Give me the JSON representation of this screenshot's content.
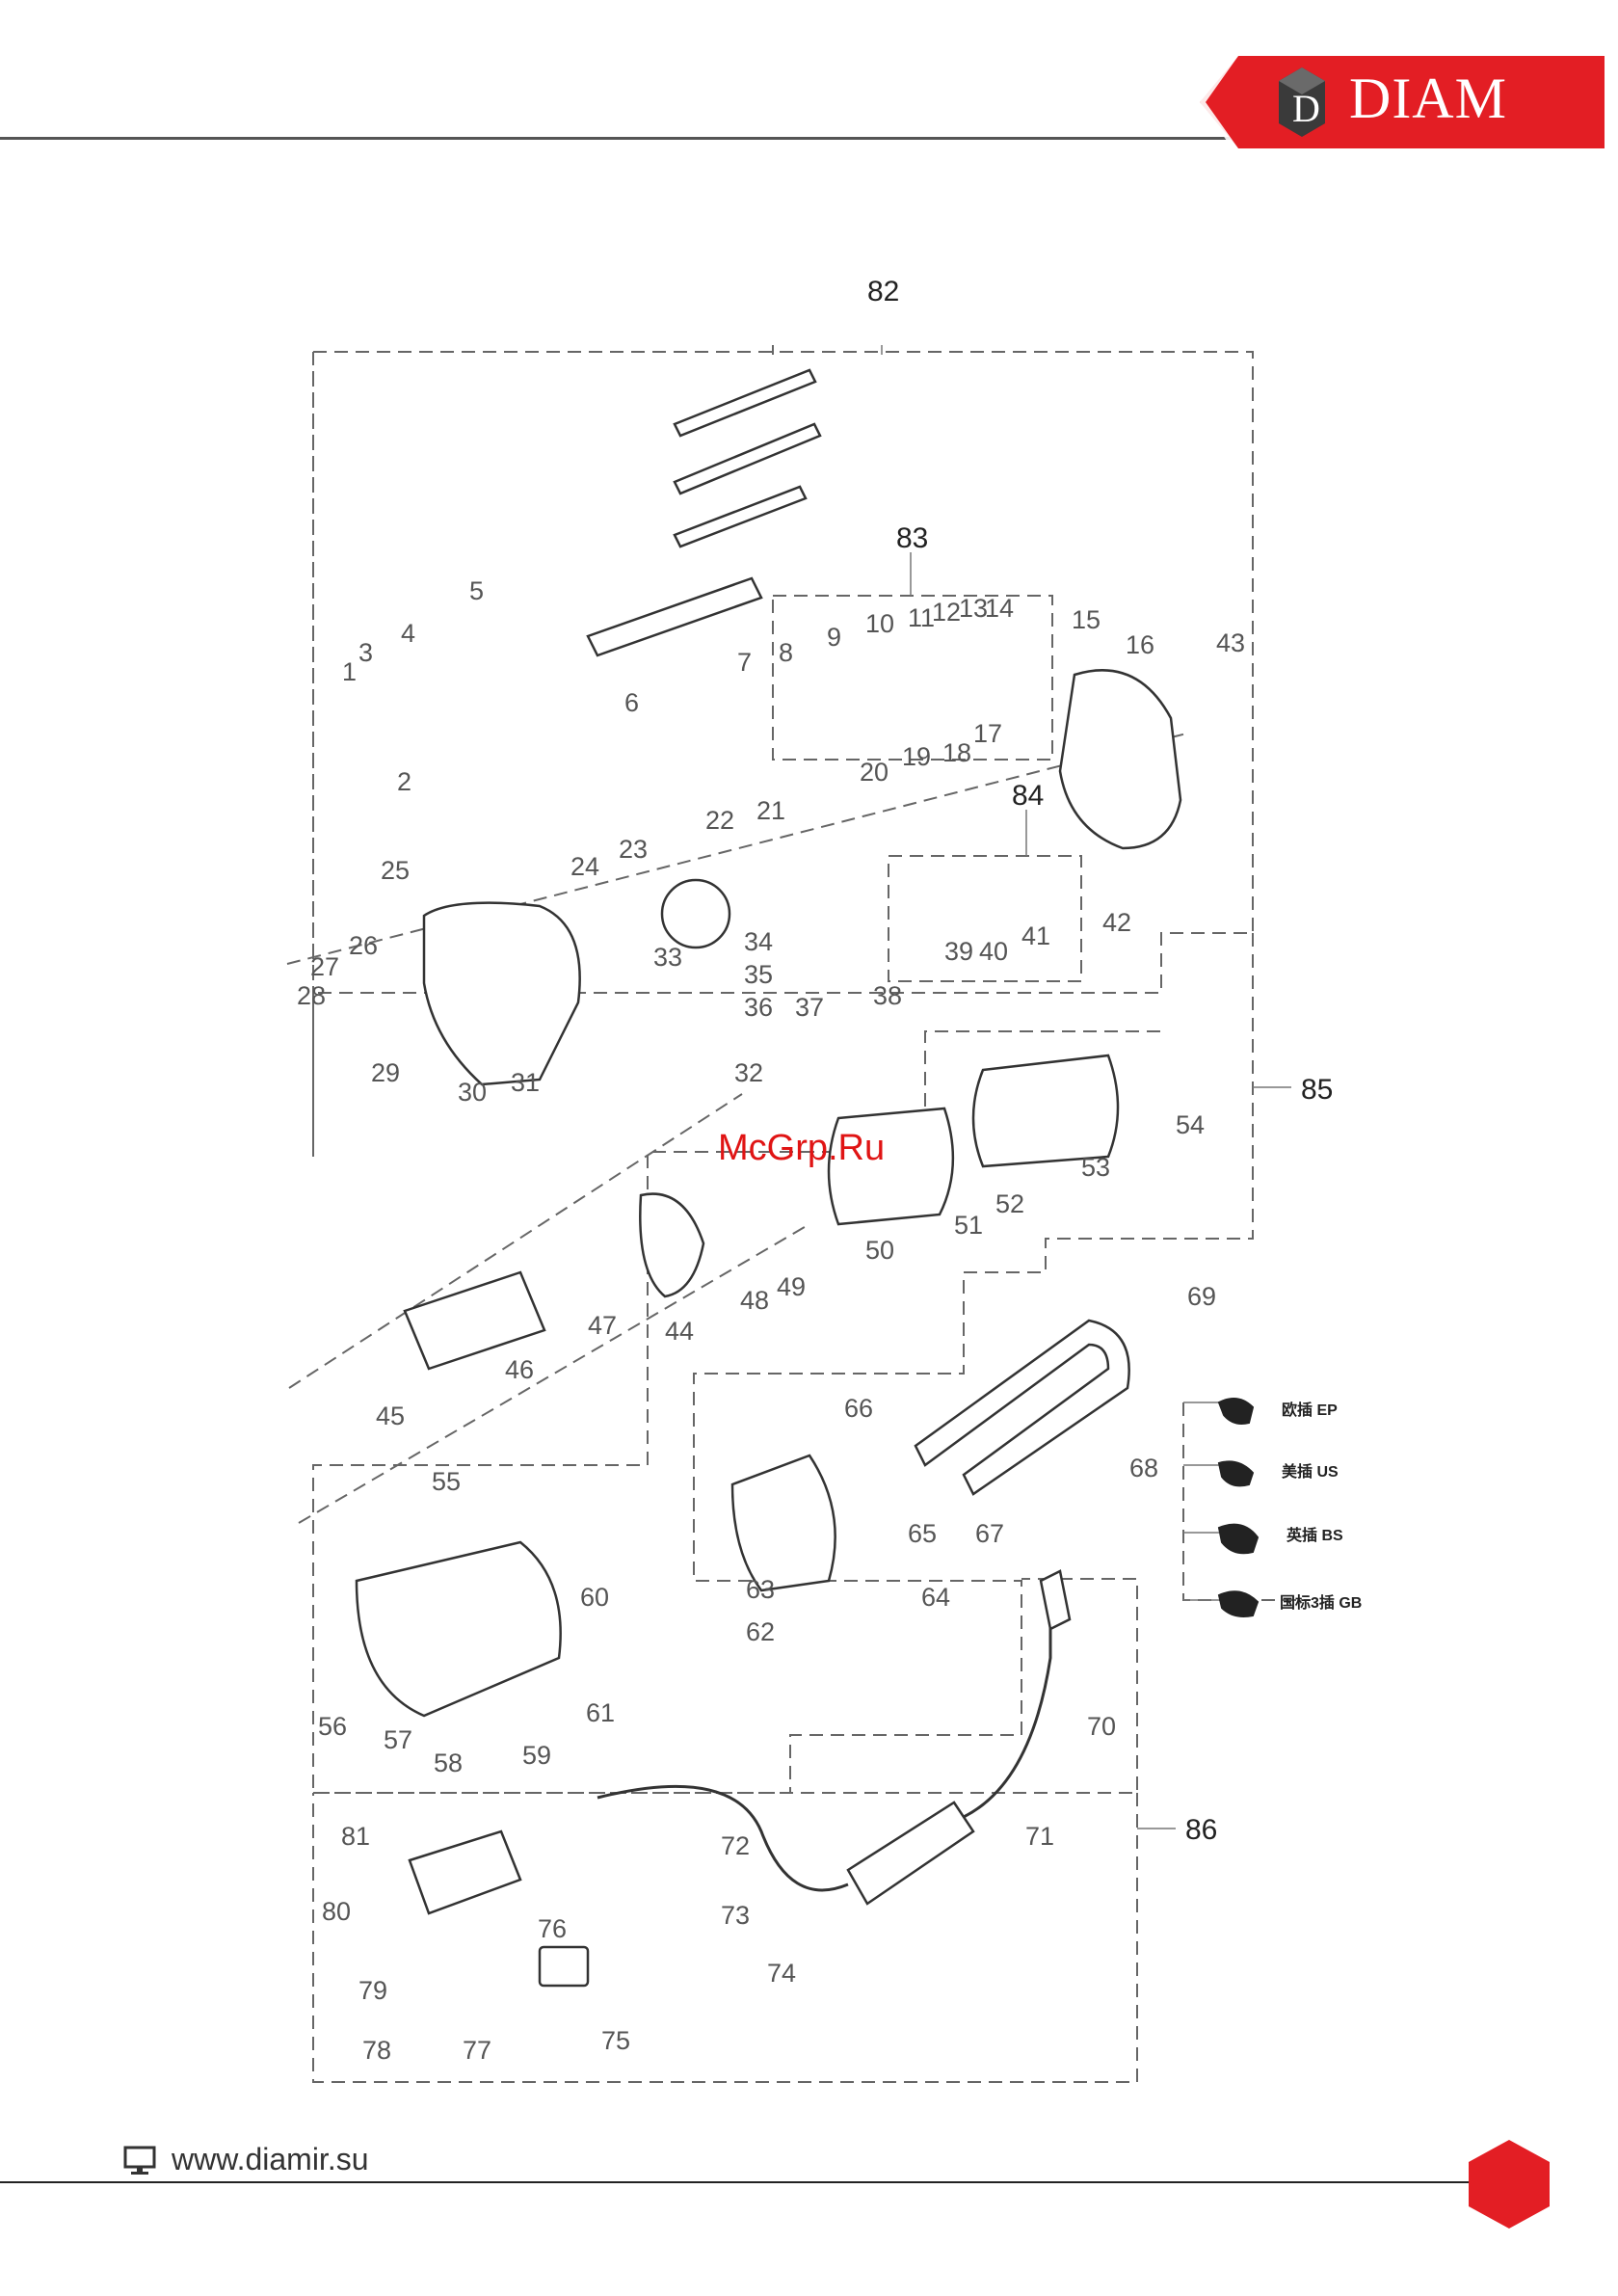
{
  "brand": {
    "name": "DIAM",
    "accent": "#e31e24"
  },
  "footer": {
    "url": "www.diamir.su"
  },
  "watermark": {
    "text": "McGrp.Ru",
    "color": "#e01414"
  },
  "group_labels": [
    "82",
    "83",
    "84",
    "85",
    "86"
  ],
  "part_labels": [
    "1",
    "2",
    "3",
    "4",
    "5",
    "6",
    "7",
    "8",
    "9",
    "10",
    "11",
    "12",
    "13",
    "14",
    "15",
    "16",
    "17",
    "18",
    "19",
    "20",
    "21",
    "22",
    "23",
    "24",
    "25",
    "26",
    "27",
    "28",
    "29",
    "30",
    "31",
    "32",
    "33",
    "34",
    "35",
    "36",
    "37",
    "38",
    "39",
    "40",
    "41",
    "42",
    "43",
    "44",
    "45",
    "46",
    "47",
    "48",
    "49",
    "50",
    "51",
    "52",
    "53",
    "54",
    "55",
    "56",
    "57",
    "58",
    "59",
    "60",
    "61",
    "62",
    "63",
    "64",
    "65",
    "66",
    "67",
    "68",
    "69",
    "70",
    "71",
    "72",
    "73",
    "74",
    "75",
    "76",
    "77",
    "78",
    "79",
    "80",
    "81"
  ],
  "plug_types": [
    {
      "label": "欧插 EP"
    },
    {
      "label": "美插 US"
    },
    {
      "label": "英插 BS"
    },
    {
      "label": "国标3插 GB"
    }
  ]
}
